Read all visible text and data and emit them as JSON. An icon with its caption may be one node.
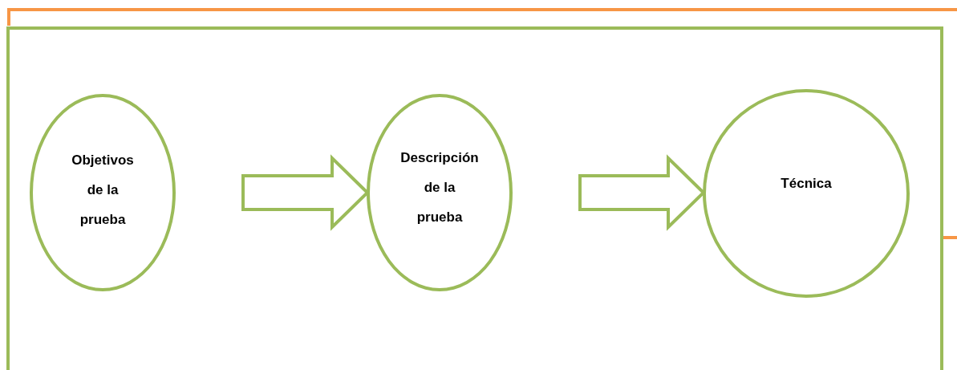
{
  "diagram": {
    "nodes": [
      {
        "text": [],
        "shape": "box"
      },
      {
        "text": [
          "Objetivos de la prueba"
        ],
        "in": 0
      },
      {
        "text": [
          "Descripción de la prueba"
        ],
        "in": 0
      },
      {
        "text": [
          "Técnica"
        ],
        "in": 0
      }
    ],
    "edges": [
      {
        "from": 1,
        "to": 2,
        "arrow": "to"
      },
      {
        "from": 2,
        "to": 3,
        "arrow": "to"
      }
    ]
  }
}
